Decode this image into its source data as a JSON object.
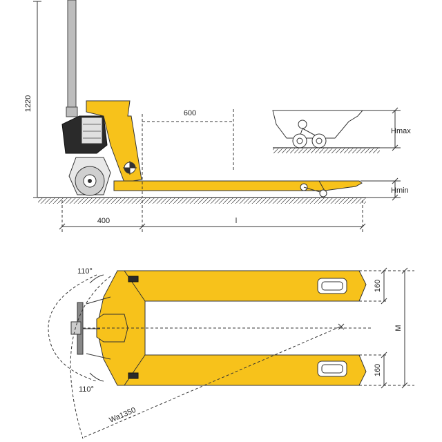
{
  "colors": {
    "frame": "#f7c21b",
    "outline": "#333333",
    "pump": "#2a2a2a",
    "wheel": "#d0d0d0",
    "handle": "#c8c8c8"
  },
  "side_view": {
    "height_label": "1220",
    "fork_offset_label": "600",
    "front_length_label": "400",
    "fork_length_label": "l",
    "hmax_label": "Hmax",
    "hmin_label": "Hmin"
  },
  "top_view": {
    "steer_angle_top_label": "110°",
    "steer_angle_bottom_label": "110°",
    "fork_width_top_label": "160",
    "fork_width_bottom_label": "160",
    "overall_width_label": "M",
    "turning_radius_label": "Wa1350"
  }
}
